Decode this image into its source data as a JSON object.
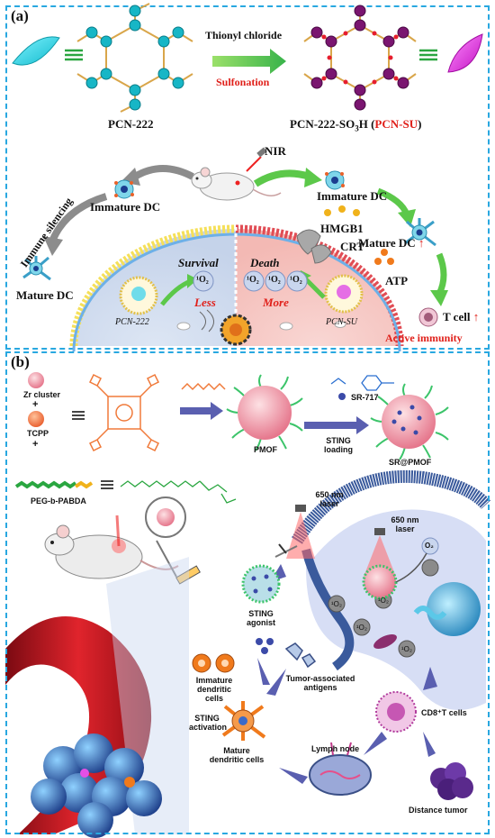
{
  "panel_a": {
    "tag": "(a)",
    "reagent": "Thionyl chloride",
    "reaction": "Sulfonation",
    "left_mof": "PCN-222",
    "right_mof_prefix": "PCN-222-SO",
    "right_mof_sub": "3",
    "right_mof_mid": "H (",
    "right_mof_abbr": "PCN-SU",
    "right_mof_close": ")",
    "nir": "NIR",
    "immature_dc_left": "Immature DC",
    "immature_dc_right": "Immature DC",
    "immune_silencing": "Immune silencing",
    "mature_dc_left": "Mature DC",
    "mature_dc_right": "Mature DC",
    "hmgb1": "HMGB1",
    "crt": "CRT",
    "atp": "ATP",
    "survival": "Survival",
    "death": "Death",
    "less": "Less",
    "more": "More",
    "singlet_oxygen": "¹O₂",
    "pcn222_cell": "PCN-222",
    "pcnsu_cell": "PCN-SU",
    "t_cell": "T cell",
    "active_immunity": "Active immunity",
    "up_arrow": "↑"
  },
  "panel_b": {
    "tag": "(b)",
    "zr_cluster": "Zr cluster",
    "plus1": "+",
    "tcpp": "TCPP",
    "plus2": "+",
    "peg": "PEG-b-PABDA",
    "pmof": "PMOF",
    "sr717": "SR-717",
    "sting_loading": "STING loading",
    "sr_pmof": "SR@PMOF",
    "laser1": "650 nm laser",
    "laser2": "650 nm laser",
    "o2": "O₂",
    "singlet": "¹O₂",
    "sting_agonist": "STING agonist",
    "immature_dendritic": "Immature dendritic cells",
    "tumor_antigens": "Tumor-associated antigens",
    "sting_activation": "STING activation",
    "mature_dendritic": "Mature dendritic cells",
    "lymph_node": "Lymph node",
    "cd8": "CD8⁺T cells",
    "distance_tumor": "Distance tumor"
  },
  "colors": {
    "border": "#29a8e0",
    "red": "#e0201a",
    "green_arrow": "#5cc84a",
    "cyan": "#1fc8d8",
    "magenta": "#d21fd2",
    "navy": "#3c4a8c"
  }
}
